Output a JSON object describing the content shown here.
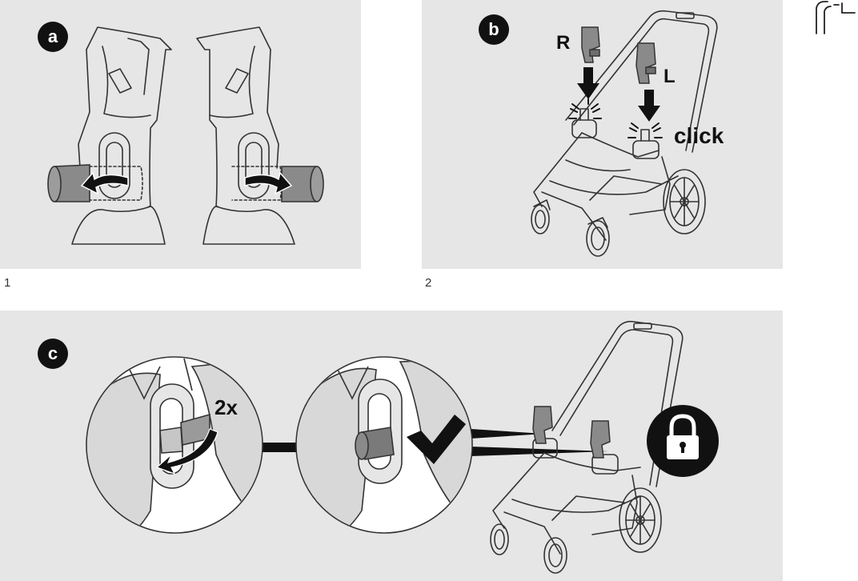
{
  "panels": {
    "a": {
      "badge": "a",
      "figure_number": "1"
    },
    "b": {
      "badge": "b",
      "figure_number": "2",
      "label_right": "R",
      "label_left": "L",
      "label_click": "click"
    },
    "c": {
      "badge": "c",
      "label_repeat": "2x"
    }
  },
  "icons": {
    "arrow": "curved-arrow-icon",
    "check": "checkmark-icon",
    "lock": "padlock-icon"
  },
  "colors": {
    "panel_background": "#e6e6e6",
    "badge_background": "#111111",
    "highlight_grey": "#8a8a8a"
  }
}
